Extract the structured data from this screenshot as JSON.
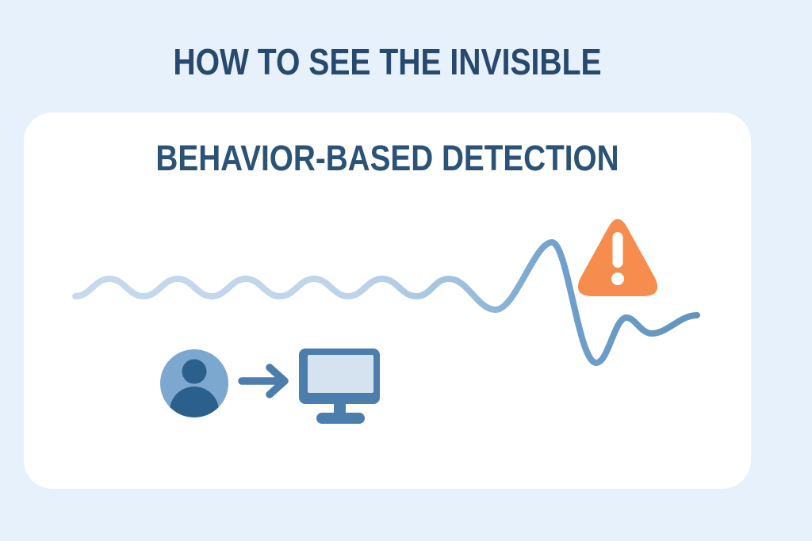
{
  "page": {
    "title": "HOW TO SEE THE INVISIBLE",
    "background": "#E6F1FB",
    "title_color": "#27496D"
  },
  "card": {
    "heading": "BEHAVIOR-BASED DETECTION",
    "background": "#FFFFFF",
    "heading_color": "#2B5277"
  },
  "diagram": {
    "icons": [
      "activity-wave",
      "warning-triangle-icon",
      "user-icon",
      "arrow-right-icon",
      "monitor-icon"
    ],
    "wave": {
      "stroke_width": "8",
      "colors": [
        "#C7DAED",
        "#BDD4E9",
        "#9FC1DD",
        "#6FA0CA",
        "#6294C0"
      ]
    },
    "alert": {
      "triangle_color": "#F68C4E",
      "exclamation_color": "#FFFFFF"
    },
    "user": {
      "circle_color": "#7CA7CF",
      "figure_color": "#2B608D"
    },
    "arrow": {
      "color": "#4B7EAD"
    },
    "monitor": {
      "frame_color": "#4B7EAD",
      "screen_color": "#D5E3F0"
    }
  }
}
